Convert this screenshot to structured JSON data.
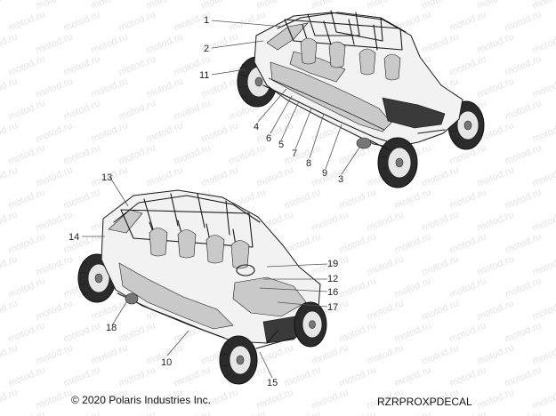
{
  "watermark": {
    "text": "motod.ru",
    "color": "#e4e4e4"
  },
  "callouts_upper": [
    "1",
    "2",
    "11",
    "4",
    "6",
    "5",
    "7",
    "8",
    "9",
    "3"
  ],
  "callouts_lower": [
    "13",
    "14",
    "19",
    "12",
    "16",
    "17",
    "18",
    "10",
    "15"
  ],
  "footer": {
    "copyright": "© 2020 Polaris Industries Inc.",
    "diagram_code": "RZRPROXPDECAL"
  }
}
